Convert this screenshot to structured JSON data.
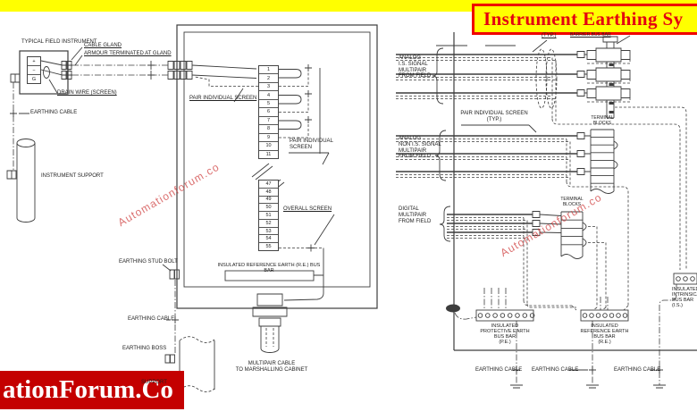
{
  "page": {
    "title_banner": "Instrument Earthing Sy",
    "watermark_banner": "ationForum.Co",
    "watermark_diagonal_1": "Automationforum.co",
    "watermark_diagonal_2": "Automationforum.co"
  },
  "colors": {
    "yellow": "#ffff00",
    "title_red": "#e40010",
    "banner_red": "#c40000",
    "line": "#3d3d3d",
    "watermark_red": "#d24b4b"
  },
  "field_area": {
    "instrument_label": "TYPICAL FIELD INSTRUMENT",
    "terminals": [
      "+",
      "−",
      "G"
    ],
    "cable_gland": "CABLE GLAND",
    "armour": "ARMOUR TERMINATED AT GLAND",
    "drain_wire": "DRAIN WIRE (SCREEN)",
    "earthing_cable": "EARTHING CABLE",
    "instrument_support": "INSTRUMENT SUPPORT"
  },
  "junction_box": {
    "terminals_top": [
      "1",
      "2",
      "3",
      "4",
      "5",
      "6",
      "7",
      "8",
      "9",
      "10",
      "11"
    ],
    "terminals_bottom": [
      "47",
      "48",
      "49",
      "50",
      "51",
      "52",
      "53",
      "54",
      "55"
    ],
    "pair_screen_left": "PAIR INDIVIDUAL SCREEN",
    "pair_screen_right": "PAIR INDIVIDUAL\nSCREEN",
    "overall_screen": "OVERALL SCREEN",
    "re_bus_bar": "INSULATED REFERENCE EARTH (R.E.) BUS BAR",
    "earthing_stud_bolt": "EARTHING STUD BOLT",
    "earthing_cable": "EARTHING CABLE",
    "earthing_boss": "EARTHING BOSS",
    "support": "SUPPORT",
    "multipair_cable": "MULTIPAIR CABLE\nTO MARSHALLING CABINET"
  },
  "cabinet": {
    "typ_top": "(TYP.)",
    "barrier_bus_bar": "BARRIER BUS BAR",
    "analog_is": "ANALOG\nI.S. SIGNAL\nMULTIPAIR\nFROM FIELD",
    "pair_screen": "PAIR INDIVIDUAL SCREEN\n(TYP.)",
    "analog_non_is": "ANALOG\nNON I.S. SIGNAL\nMULTIPAIR\nFROM FIELD",
    "digital": "DIGITAL\nMULTIPAIR\nFROM FIELD",
    "terminal_blocks_mid": "TERMINAL\nBLOCKS",
    "terminal_blocks_low": "TERMINAL\nBLOCKS",
    "pe_bar": "INSULATED\nPROTECTIVE EARTH\nBUS BAR\n(P.E.)",
    "re_bar": "INSULATED\nREFERENCE EARTH\nBUS BAR\n(R.E.)",
    "is_bar": "INSULATED\nINTRINSICALLY SAFE\nBUS BAR\n(I.S.)",
    "earthing_cable_1": "EARTHING CABLE",
    "earthing_cable_2": "EARTHING CABLE",
    "earthing_cable_3": "EARTHING CABLE"
  }
}
